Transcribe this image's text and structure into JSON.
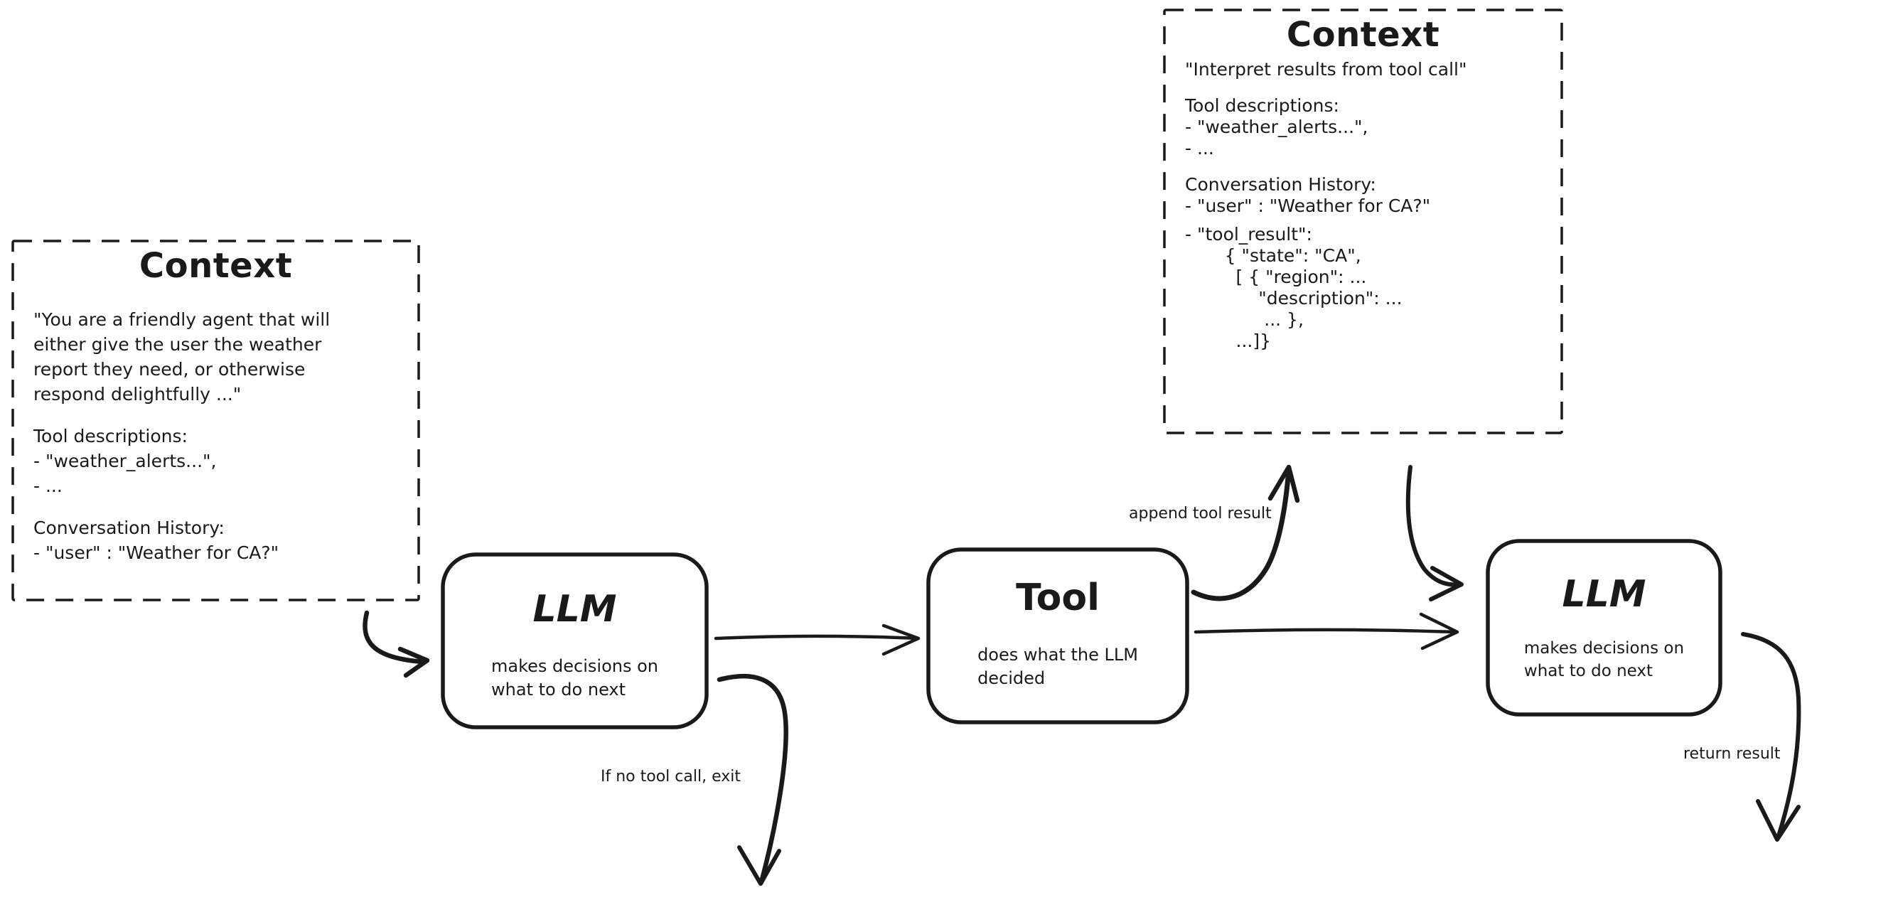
{
  "diagram": {
    "background_color": "#ffffff",
    "ink_color": "#1a1a1a"
  },
  "context_left": {
    "title": "Context",
    "system_prompt": "\"You are a friendly agent that will\neither give the user the weather\nreport they need, or otherwise\nrespond delightfully ...\"",
    "tool_descriptions_heading": "Tool descriptions:",
    "tool_descriptions_items": [
      "- \"weather_alerts...\",",
      "- ..."
    ],
    "history_heading": "Conversation History:",
    "history_items": [
      "- \"user\" : \"Weather for CA?\""
    ]
  },
  "context_top_right": {
    "title": "Context",
    "system_prompt": "\"Interpret results from tool call\"",
    "tool_descriptions_heading": "Tool descriptions:",
    "tool_descriptions_items": [
      "- \"weather_alerts...\",",
      "- ..."
    ],
    "history_heading": "Conversation History:",
    "history_items": [
      "- \"user\" : \"Weather for CA?\""
    ],
    "tool_result_block": "- \"tool_result\":\n       { \"state\": \"CA\",\n         [ { \"region\": ...\n             \"description\": ...\n              ... },\n         ...]}"
  },
  "nodes": {
    "llm_first": {
      "title": "LLM",
      "subtitle": "makes decisions on\nwhat to do next"
    },
    "tool": {
      "title": "Tool",
      "subtitle": "does what the LLM\ndecided"
    },
    "llm_second": {
      "title": "LLM",
      "subtitle": "makes decisions on\nwhat to do next"
    }
  },
  "edge_labels": {
    "append_tool_result": "append tool result",
    "no_tool_call_exit": "If no tool call, exit",
    "return_result": "return result"
  }
}
